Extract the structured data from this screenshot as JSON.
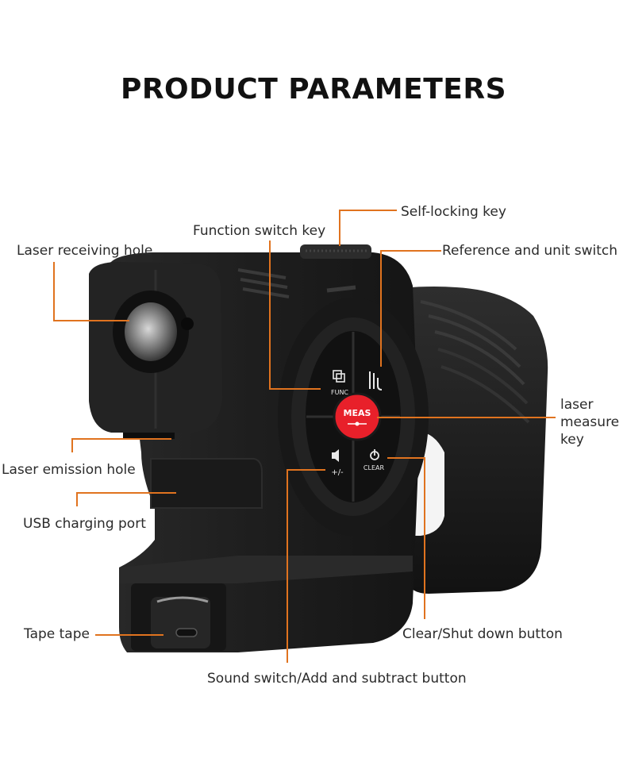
{
  "title": "PRODUCT PARAMETERS",
  "colors": {
    "leader_line": "#e0731f",
    "device_body": "#1c1c1c",
    "meas_button": "#e8202a",
    "background": "#ffffff"
  },
  "device": {
    "keys": {
      "func": "FUNC",
      "meas": "MEAS",
      "clear": "CLEAR"
    }
  },
  "callouts": {
    "self_locking_key": "Self-locking key",
    "function_switch_key": "Function switch key",
    "laser_receiving_hole": "Laser receiving hole",
    "reference_unit_switch": "Reference and unit switch",
    "laser_measure_key_1": "laser",
    "laser_measure_key_2": "measure",
    "laser_measure_key_3": "key",
    "laser_emission_hole": "Laser emission hole",
    "usb_charging_port": "USB charging port",
    "tape": "Tape tape",
    "clear_shutdown_button": "Clear/Shut down button",
    "sound_add_subtract_button": "Sound switch/Add and subtract button"
  }
}
